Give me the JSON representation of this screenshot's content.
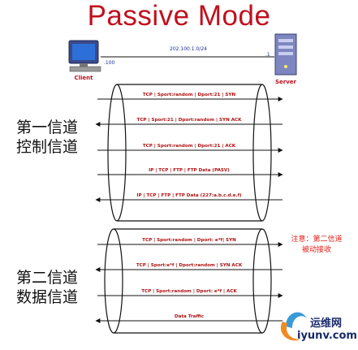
{
  "title": "Passive Mode",
  "network": {
    "link_address": "202.100.1.0/24",
    "client_host": ".100",
    "server_host": ".1",
    "client_label": "Client",
    "server_label": "Server"
  },
  "control_channel": {
    "label_line1": "第一信道",
    "label_line2": "控制信道",
    "messages": [
      {
        "text": "TCP | Sport:random | Dport:21 | SYN",
        "direction": "right"
      },
      {
        "text": "TCP | Sport:21 | Dport:random | SYN ACK",
        "direction": "left"
      },
      {
        "text": "TCP | Sport:random | Dport:21 | ACK",
        "direction": "right"
      },
      {
        "text": "IP | TCP | FTP | FTP Data (PASV)",
        "direction": "right"
      },
      {
        "text": "IP | TCP | FTP | FTP Data (227:a.b.c.d.e.f)",
        "direction": "left"
      }
    ]
  },
  "data_channel": {
    "label_line1": "第二信道",
    "label_line2": "数据信道",
    "messages": [
      {
        "text": "TCP | Sport:random | Dport: e*f| SYN",
        "direction": "right"
      },
      {
        "text": "TCP | Sport:e*f | Dport:random | SYN ACK",
        "direction": "left"
      },
      {
        "text": "TCP | Sport:random | Dport: e*f | ACK",
        "direction": "right"
      },
      {
        "text": "Data Traffic",
        "direction": "left"
      }
    ]
  },
  "note": {
    "line1": "注意：第二信道",
    "line2": "被动接收"
  },
  "watermark": {
    "cn": "运维网",
    "url": "iyunv.com"
  },
  "colors": {
    "title": "#c0101d",
    "message_text": "#b01010",
    "note": "#e0201a",
    "line": "#111111"
  }
}
